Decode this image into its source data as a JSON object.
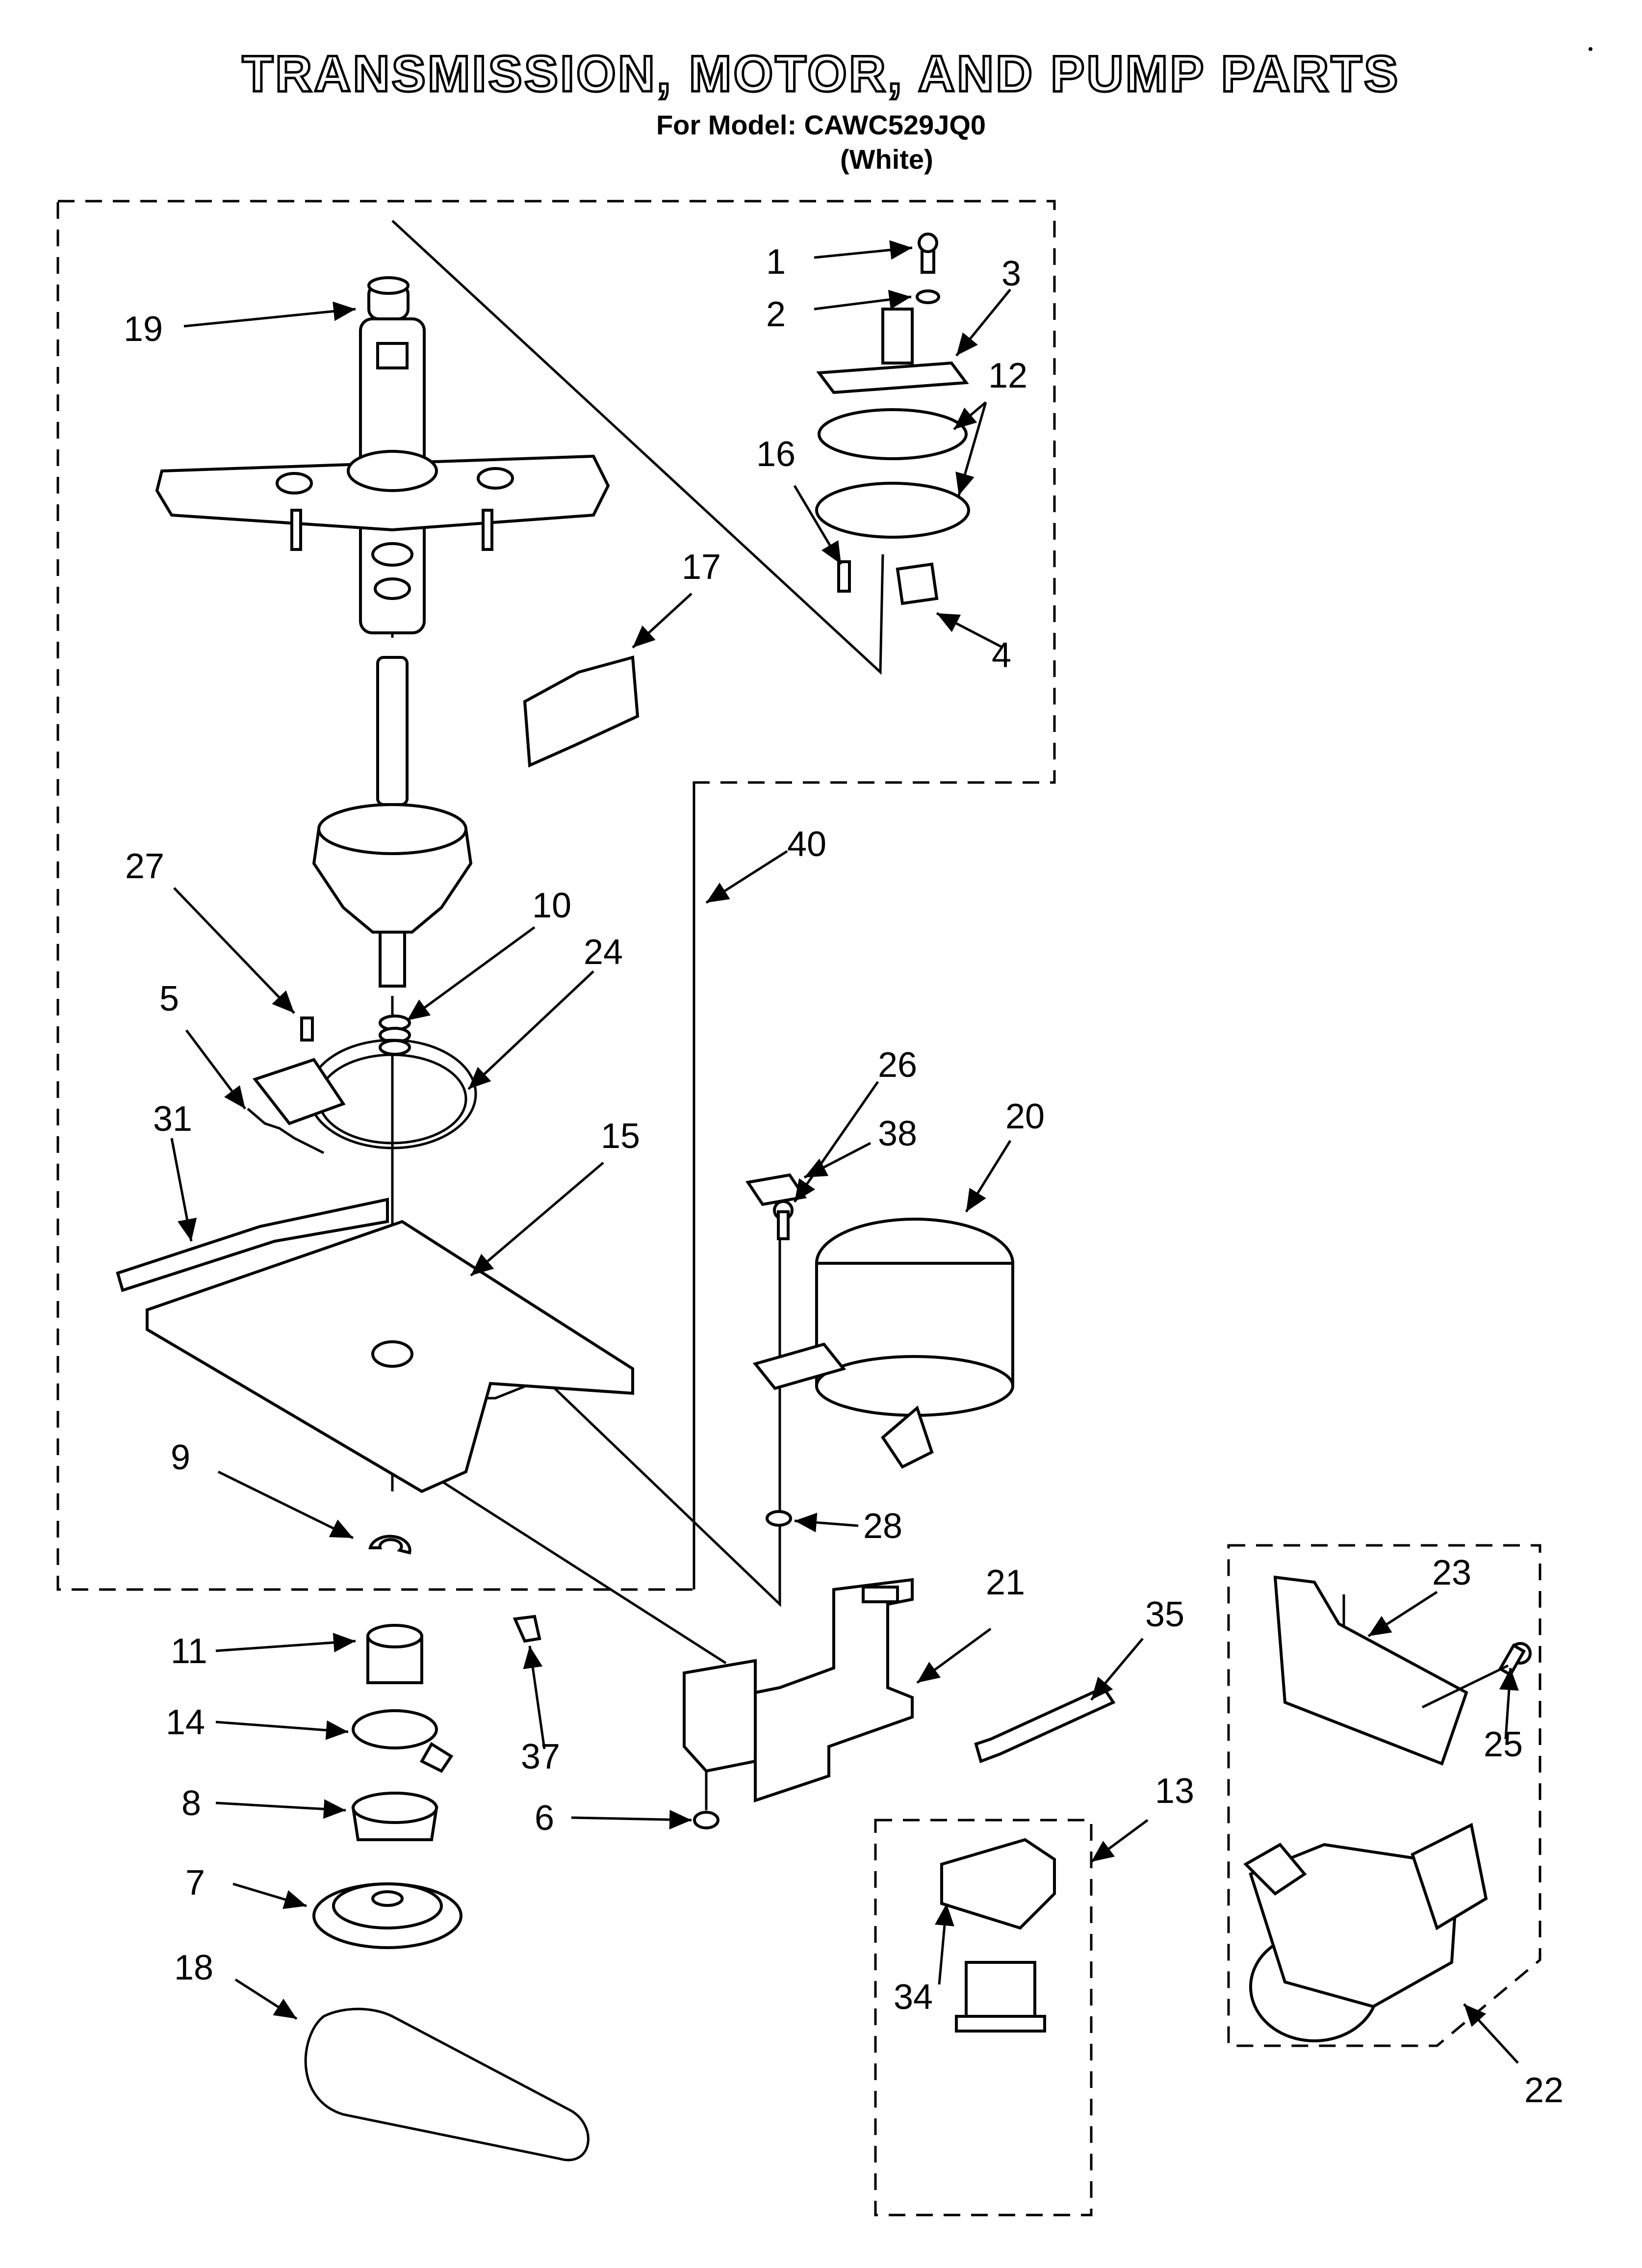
{
  "header": {
    "title": "TRANSMISSION, MOTOR, AND PUMP PARTS",
    "model": "For Model: CAWC529JQ0",
    "color": "(White)"
  },
  "callouts": {
    "c1": "1",
    "c2": "2",
    "c3": "3",
    "c4": "4",
    "c5": "5",
    "c6": "6",
    "c7": "7",
    "c8": "8",
    "c9": "9",
    "c10": "10",
    "c11": "11",
    "c12": "12",
    "c13": "13",
    "c14": "14",
    "c15": "15",
    "c16": "16",
    "c17": "17",
    "c18": "18",
    "c19": "19",
    "c20": "20",
    "c21": "21",
    "c22": "22",
    "c23": "23",
    "c24": "24",
    "c25": "25",
    "c26": "26",
    "c27": "27",
    "c28": "28",
    "c31": "31",
    "c34": "34",
    "c35": "35",
    "c37": "37",
    "c38": "38",
    "c40": "40"
  }
}
